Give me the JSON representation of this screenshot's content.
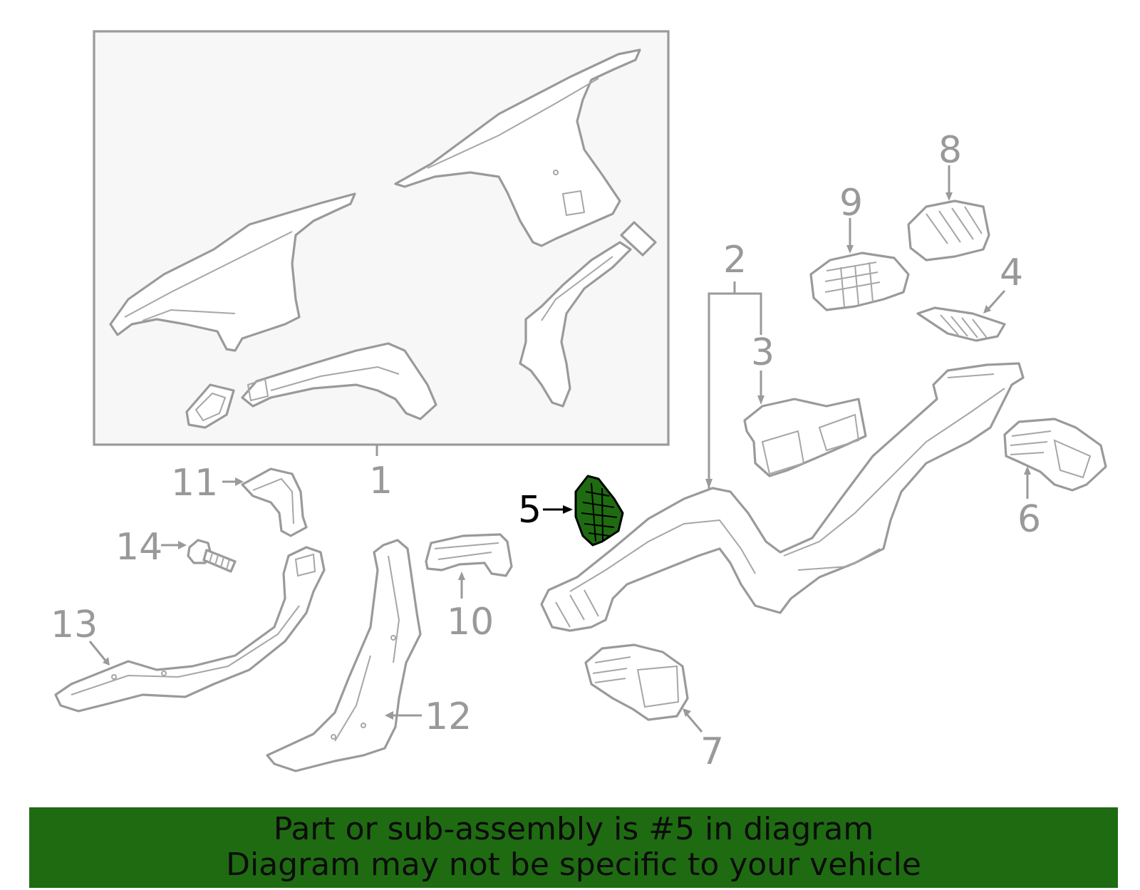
{
  "callouts": {
    "c1": "1",
    "c2": "2",
    "c3": "3",
    "c4": "4",
    "c5": "5",
    "c6": "6",
    "c7": "7",
    "c8": "8",
    "c9": "9",
    "c10": "10",
    "c11": "11",
    "c12": "12",
    "c13": "13",
    "c14": "14"
  },
  "highlight": {
    "part_number": "5",
    "color": "#1f6b12"
  },
  "colors": {
    "part_stroke": "#9a9a9a",
    "banner_bg": "#1f6b12",
    "inset_bg": "#f7f7f7"
  },
  "banner": {
    "line1": "Part or sub-assembly is #5 in diagram",
    "line2": "Diagram may not be specific to your vehicle"
  }
}
